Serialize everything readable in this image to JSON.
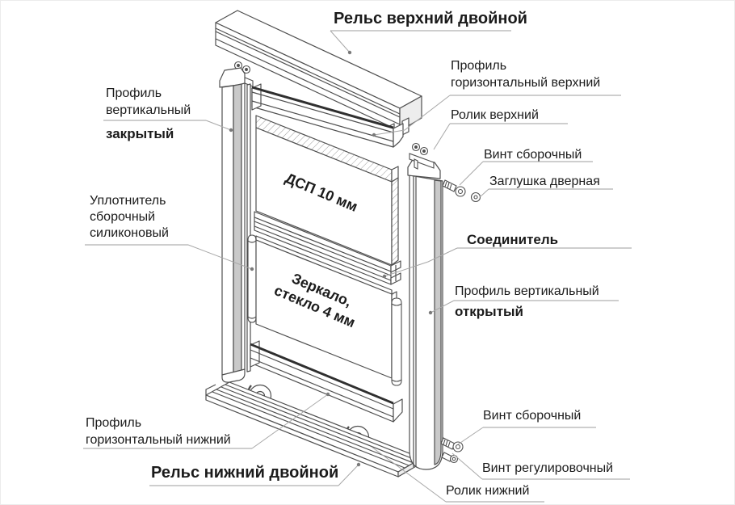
{
  "diagram": {
    "labels": {
      "rail_top": "Рельс верхний двойной",
      "profile_h_top_1": "Профиль",
      "profile_h_top_2": "горизонтальный верхний",
      "roller_top": "Ролик верхний",
      "screw_assembly_top": "Винт сборочный",
      "door_plug": "Заглушка дверная",
      "connector": "Соединитель",
      "profile_v_open_1": "Профиль вертикальный",
      "profile_v_open_2": "открытый",
      "screw_assembly_bottom": "Винт сборочный",
      "screw_adjust": "Винт регулировочный",
      "roller_bottom": "Ролик нижний",
      "profile_v_closed_1": "Профиль",
      "profile_v_closed_2": "вертикальный",
      "profile_v_closed_3": "закрытый",
      "seal_1": "Уплотнитель",
      "seal_2": "сборочный",
      "seal_3": "силиконовый",
      "profile_h_bottom_1": "Профиль",
      "profile_h_bottom_2": "горизонтальный нижний",
      "rail_bottom": "Рельс нижний двойной",
      "panel_dsp": "ДСП 10 мм",
      "panel_mirror_1": "Зеркало,",
      "panel_mirror_2": "стекло 4 мм"
    },
    "colors": {
      "line": "#4f4f4f",
      "dark_edge": "#2f2f2f",
      "shade": "#c9c9c9",
      "light_shade": "#ededed",
      "leader": "#a8a8a8",
      "text": "#1b1b1b",
      "background": "#ffffff"
    }
  }
}
